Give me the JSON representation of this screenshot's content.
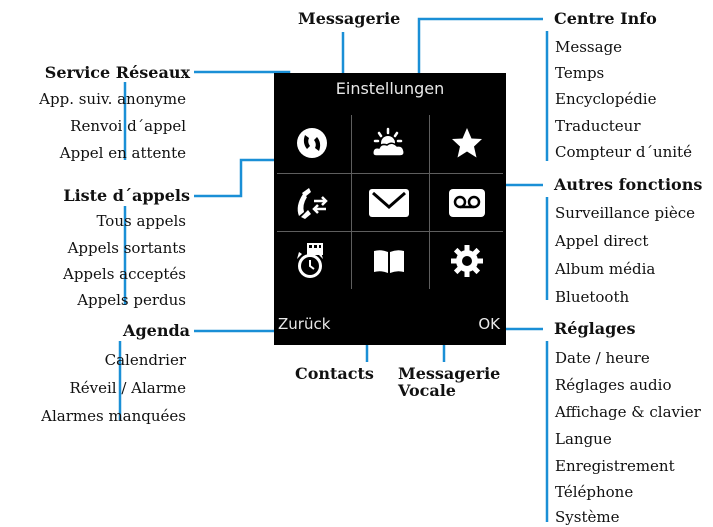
{
  "screen": {
    "title": "Einstellungen",
    "softkey_left": "Zurück",
    "softkey_right": "OK",
    "icons": [
      "network-services-icon",
      "weather-icon",
      "star-icon",
      "call-list-icon",
      "envelope-icon",
      "voicemail-icon",
      "alarm-clock-icon",
      "book-icon",
      "gear-icon"
    ]
  },
  "service_reseaux": {
    "title": "Service Réseaux",
    "items": [
      "App. suiv. anonyme",
      "Renvoi d´appel",
      "Appel en attente"
    ]
  },
  "liste_appels": {
    "title": "Liste d´appels",
    "items": [
      "Tous appels",
      "Appels sortants",
      "Appels acceptés",
      "Appels perdus"
    ]
  },
  "agenda": {
    "title": "Agenda",
    "items": [
      "Calendrier",
      "Réveil / Alarme",
      "Alarmes manquées"
    ]
  },
  "messagerie": {
    "title": "Messagerie"
  },
  "contacts": {
    "title": "Contacts"
  },
  "messagerie_vocale": {
    "title_line1": "Messagerie",
    "title_line2": "Vocale"
  },
  "centre_info": {
    "title": "Centre Info",
    "items": [
      "Message",
      "Temps",
      "Encyclopédie",
      "Traducteur",
      "Compteur d´unité"
    ]
  },
  "autres_fonctions": {
    "title": "Autres fonctions",
    "items": [
      "Surveillance pièce",
      "Appel direct",
      "Album média",
      "Bluetooth"
    ]
  },
  "reglages": {
    "title": "Réglages",
    "items": [
      "Date / heure",
      "Réglages audio",
      "Affichage & clavier",
      "Langue",
      "Enregistrement",
      "Téléphone",
      "Système"
    ]
  },
  "colors": {
    "connector": "#1a8fd6",
    "screen_bg": "#000000",
    "icon": "#ffffff"
  }
}
